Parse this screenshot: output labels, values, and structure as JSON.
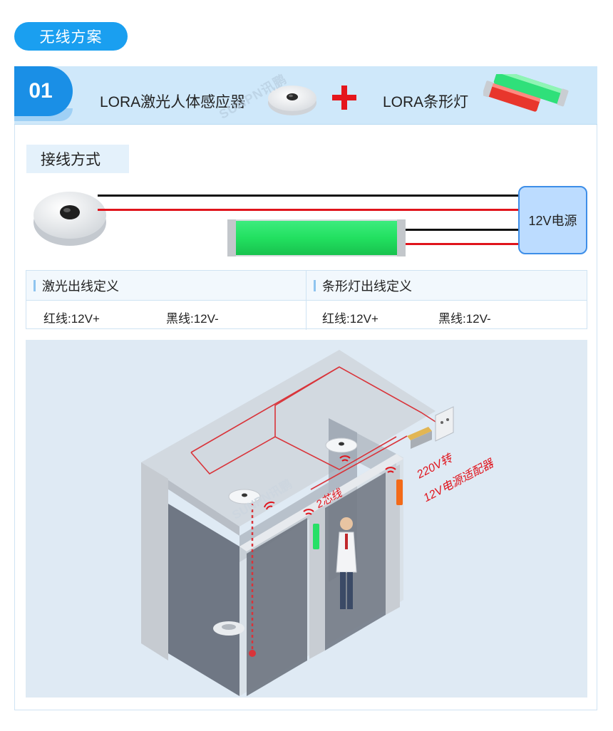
{
  "title_pill": "无线方案",
  "section_number": "01",
  "products": {
    "sensor_label": "LORA激光人体感应器",
    "light_label": "LORA条形灯"
  },
  "watermark": "SUNPN讯鹏",
  "wiring": {
    "tag": "接线方式",
    "power_label": "12V电源"
  },
  "definitions": {
    "sensor_header": "激光出线定义",
    "light_header": "条形灯出线定义",
    "sensor_red": "红线:12V+",
    "sensor_black": "黑线:12V-",
    "light_red": "红线:12V+",
    "light_black": "黑线:12V-"
  },
  "scene": {
    "watermark": "SUNPN讯鹏",
    "cable_label": "2芯线",
    "adapter_line1": "220V转",
    "adapter_line2": "12V电源适配器"
  },
  "colors": {
    "accent_blue": "#1a9ff0",
    "header_bg": "#cfe8fa",
    "wire_red": "#e0141c",
    "wire_black": "#111111",
    "light_green": "#28e06a",
    "light_red": "#e8362c"
  }
}
